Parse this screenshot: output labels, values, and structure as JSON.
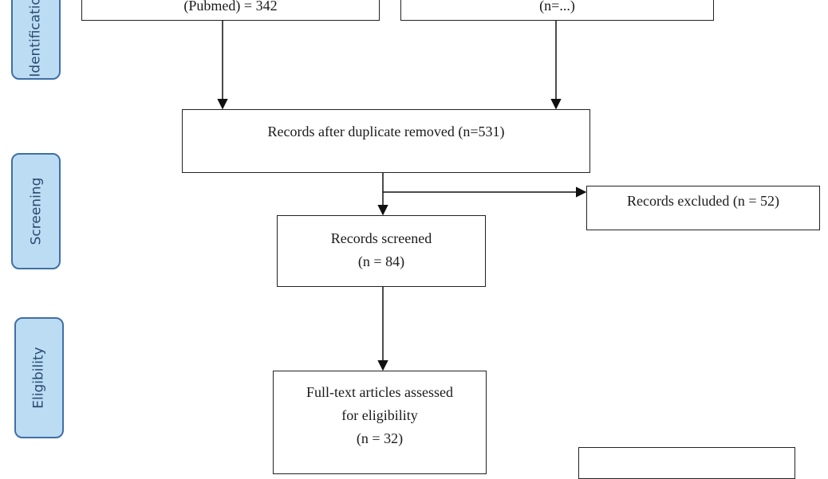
{
  "stages": {
    "identification": "Identification",
    "screening": "Screening",
    "eligibility": "Eligibility"
  },
  "boxes": {
    "records_identified_pubmed": {
      "line1": "(Pubmed) = 342"
    },
    "records_identified_other": {
      "line1": "(n=...)"
    },
    "after_duplicates": {
      "line1": "Records after duplicate removed (n=531)"
    },
    "screened": {
      "line1": "Records screened",
      "line2": "(n = 84)"
    },
    "excluded": {
      "line1": "Records excluded (n = 52)"
    },
    "fulltext": {
      "line1": "Full-text articles assessed",
      "line2": "for eligibility",
      "line3": "(n = 32)"
    },
    "fulltext_excluded": {
      "line1": ""
    }
  },
  "colors": {
    "stage_fill": "#bcdcf3",
    "stage_border": "#3f6fa6",
    "stage_text": "#2a4b72",
    "box_border": "#222222",
    "arrow": "#111111"
  }
}
